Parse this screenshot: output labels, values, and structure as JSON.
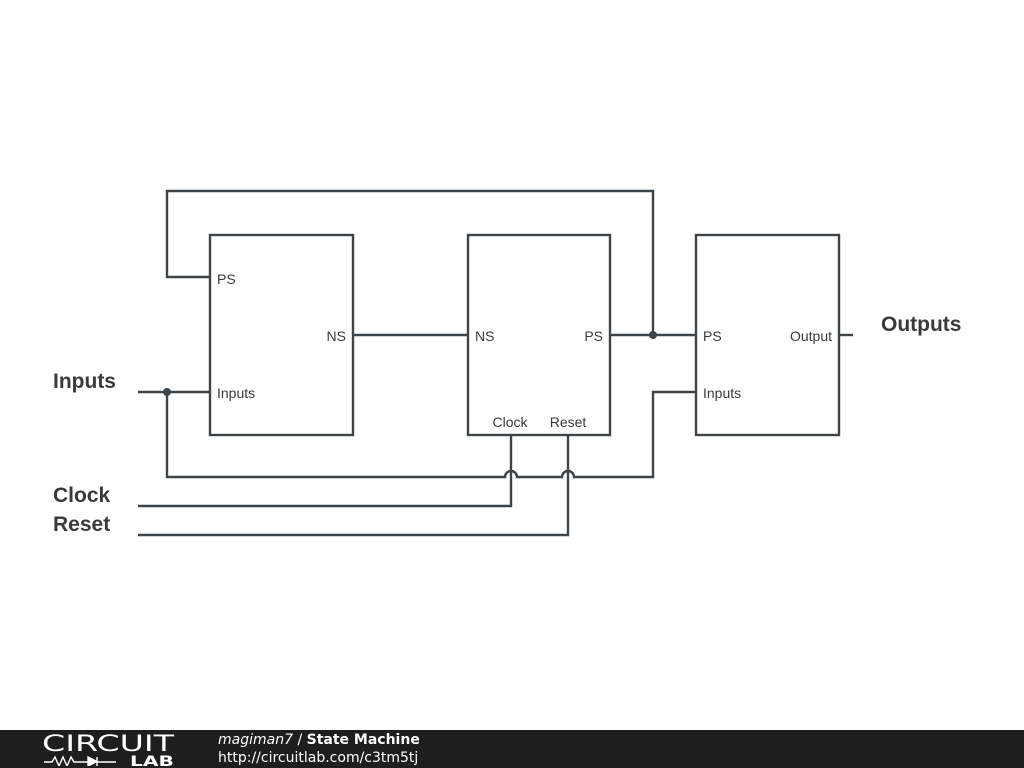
{
  "diagram": {
    "labels": {
      "inputs": "Inputs",
      "clock": "Clock",
      "reset": "Reset",
      "outputs": "Outputs"
    },
    "blocks": [
      {
        "ports": {
          "ps": "PS",
          "ns": "NS",
          "inputs": "Inputs"
        }
      },
      {
        "ports": {
          "ns": "NS",
          "ps": "PS",
          "clock": "Clock",
          "reset": "Reset"
        }
      },
      {
        "ports": {
          "ps": "PS",
          "inputs": "Inputs",
          "output": "Output"
        }
      }
    ]
  },
  "footer": {
    "logo_top": "CIRCUIT",
    "logo_bottom": "LAB",
    "author": "magiman7",
    "separator": "/",
    "title": "State Machine",
    "url": "http://circuitlab.com/c3tm5tj"
  }
}
